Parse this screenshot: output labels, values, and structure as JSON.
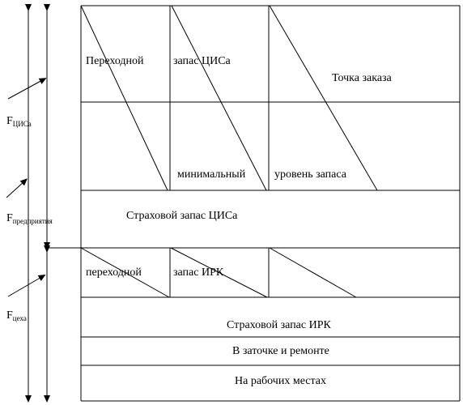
{
  "labels": {
    "perekhodnoy_1": "Переходной",
    "zapas_tsisa": "запас ЦИСа",
    "tochka_zakaza": "Точка заказа",
    "minimalny": "минимальный",
    "uroven_zapasa": "уровень запаса",
    "strakhovoy_tsisa": "Страховой запас ЦИСа",
    "perekhodnoy_2": "переходной",
    "zapas_irk": "запас ИРК",
    "strakhovoy_irk": "Страховой запас ИРК",
    "v_zatochke": "В заточке и ремонте",
    "na_rabochikh": "На рабочих местах"
  },
  "funds": {
    "tsisa": {
      "main": "F",
      "sub": "ЦИСа"
    },
    "predpriyatiya": {
      "main": "F",
      "sub": "предприятия"
    },
    "tsekha": {
      "main": "F",
      "sub": "цеха"
    }
  }
}
